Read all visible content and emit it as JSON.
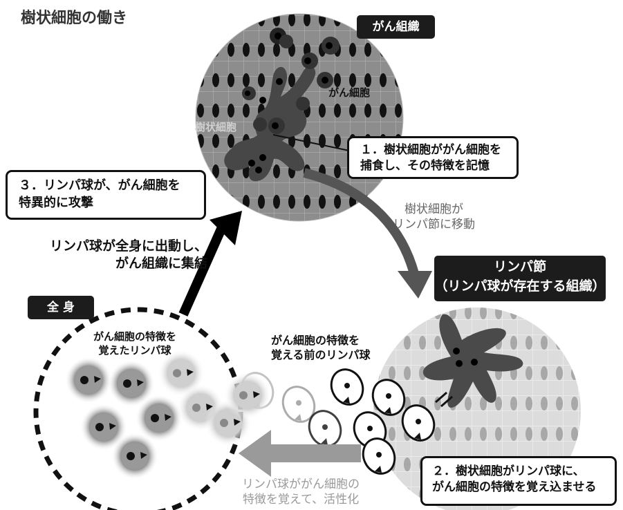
{
  "title": "樹状細胞の働き",
  "tags": {
    "cancer_tissue": "がん組織",
    "lymph_node": "リンパ節\n（リンパ球が存在する組織）",
    "whole_body": "全 身"
  },
  "labels": {
    "cancer_cell": "がん細胞",
    "dendritic_cell": "樹状細胞",
    "dc_migrate": "樹状細胞が\nリンパ節に移動",
    "lymphocytes_deploy": "リンパ球が全身に出動し、\nがん組織に集結",
    "naive_lymphocytes": "がん細胞の特徴を\n覚える前のリンパ球",
    "memory_lymphocytes": "がん細胞の特徴を\n覚えたリンパ球",
    "activated": "リンパ球ががん細胞の\n特徴を覚えて、活性化"
  },
  "callouts": {
    "step1": "１．樹状細胞ががん細胞を\n捕食し、その特徴を記憶",
    "step2": "２．樹状細胞がリンパ球に、\nがん細胞の特徴を覚え込ませる",
    "step3": "３．リンパ球が、がん細胞を\n特異的に攻撃"
  },
  "colors": {
    "tissue_bg": "#8a8a8a",
    "node_bg": "#d9d9d9",
    "dendritic": "#454545",
    "arrow_dark": "#000000",
    "arrow_mid": "#555555",
    "arrow_light": "#9a9a9a"
  }
}
